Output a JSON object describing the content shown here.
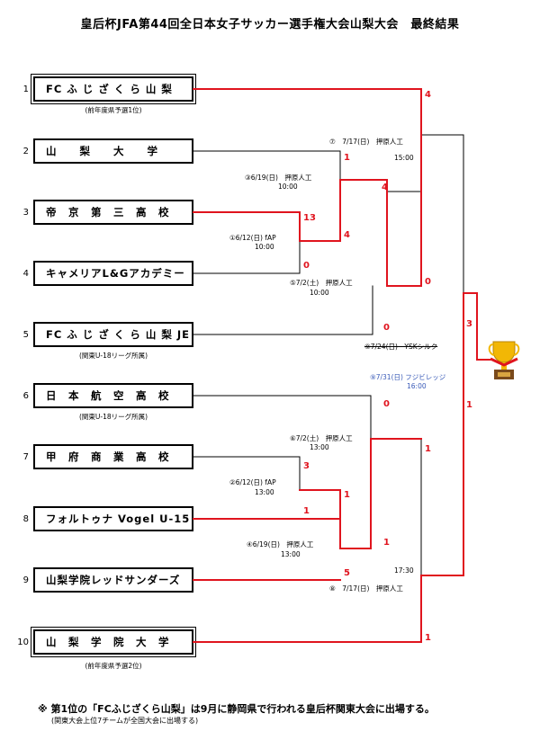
{
  "title": "皇后杯JFA第44回全日本女子サッカー選手権大会山梨大会　最終結果",
  "teams": [
    {
      "num": "1",
      "name": "FC ふ じ ざ く ら 山 梨",
      "note": "(前年度県予選1位)"
    },
    {
      "num": "2",
      "name": "山　　梨　　大　　学",
      "note": ""
    },
    {
      "num": "3",
      "name": "帝　京　第　三　高　校",
      "note": ""
    },
    {
      "num": "4",
      "name": "キャメリアL&Gアカデミー",
      "note": ""
    },
    {
      "num": "5",
      "name": "FC ふ じ ざ く ら 山 梨 JE",
      "note": "(関東U-18リーグ所属)"
    },
    {
      "num": "6",
      "name": "日　本　航　空　高　校",
      "note": "(関東U-18リーグ所属)"
    },
    {
      "num": "7",
      "name": "甲　府　商　業　高　校",
      "note": ""
    },
    {
      "num": "8",
      "name": "フォルトゥナ Vogel  U-15",
      "note": ""
    },
    {
      "num": "9",
      "name": "山梨学院レッドサンダーズ",
      "note": ""
    },
    {
      "num": "10",
      "name": "山　梨　学　院　大　学",
      "note": "(前年度県予選2位)"
    }
  ],
  "scores": [
    "4",
    "1",
    "4",
    "13",
    "4",
    "0",
    "0",
    "0",
    "3",
    "1",
    "0",
    "1",
    "3",
    "1",
    "1",
    "5",
    "1"
  ],
  "matches": {
    "m1": "①6/12(日) fAP",
    "m1_time": "10:00",
    "m2": "②6/12(日) fAP",
    "m2_time": "13:00",
    "m3": "③6/19(日)　押原人工",
    "m3_time": "10:00",
    "m4": "④6/19(日)　押原人工",
    "m4_time": "13:00",
    "m5": "⑤7/2(土)　押原人工",
    "m5_time": "10:00",
    "m6": "⑥7/2(土)　押原人工",
    "m6_time": "13:00",
    "m7": "⑦　7/17(日)　押原人工",
    "m7_time": "15:00",
    "m8": "⑧　7/17(日)　押原人工",
    "m8_time": "17:30",
    "m9_old": "⑨7/24(日)　YSKシルク",
    "m9": "⑨7/31(日) フジビレッジ",
    "m9_time": "16:00"
  },
  "note": "※ 第1位の「FCふじざくら山梨」は9月に静岡県で行われる皇后杯関東大会に出場する。",
  "note_sub": "(関東大会上位7チームが全国大会に出場する)",
  "colors": {
    "winner": "#e0141e",
    "loser": "#000000",
    "blue": "#3a5bb8",
    "gold": "#f2b705"
  }
}
